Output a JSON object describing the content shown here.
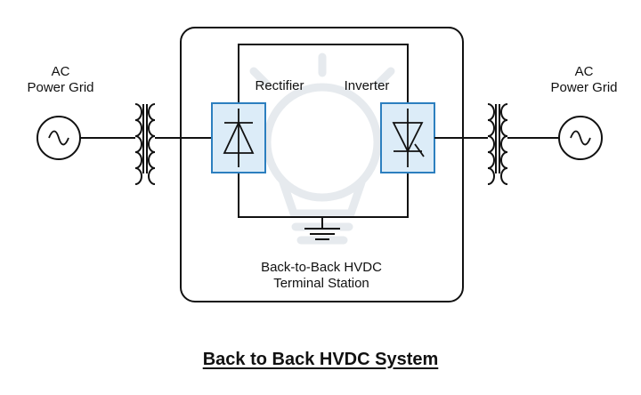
{
  "left_grid": {
    "line1": "AC",
    "line2": "Power Grid"
  },
  "right_grid": {
    "line1": "AC",
    "line2": "Power Grid"
  },
  "converters": {
    "rectifier_label": "Rectifier",
    "inverter_label": "Inverter"
  },
  "station": {
    "line1": "Back-to-Back HVDC",
    "line2": "Terminal Station"
  },
  "caption": "Back to Back HVDC System",
  "colors": {
    "line": "#111111",
    "converter_fill": "#dcecf8",
    "converter_stroke": "#2c7fbf",
    "watermark": "#e8ecf0"
  },
  "icons": [
    "ac-source-icon",
    "transformer-icon",
    "diode-icon",
    "thyristor-icon",
    "ground-icon",
    "lightbulb-watermark-icon"
  ]
}
